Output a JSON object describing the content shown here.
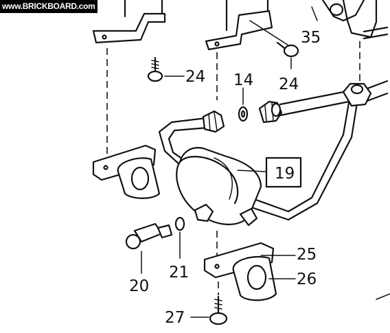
{
  "watermark": "www.BRICKBOARD.com",
  "callouts": [
    {
      "id": "c35",
      "text": "35"
    },
    {
      "id": "c24a",
      "text": "24"
    },
    {
      "id": "c14",
      "text": "14"
    },
    {
      "id": "c24b",
      "text": "24"
    },
    {
      "id": "c19",
      "text": "19"
    },
    {
      "id": "c25",
      "text": "25"
    },
    {
      "id": "c26",
      "text": "26"
    },
    {
      "id": "c21",
      "text": "21"
    },
    {
      "id": "c20",
      "text": "20"
    },
    {
      "id": "c27",
      "text": "27"
    }
  ]
}
